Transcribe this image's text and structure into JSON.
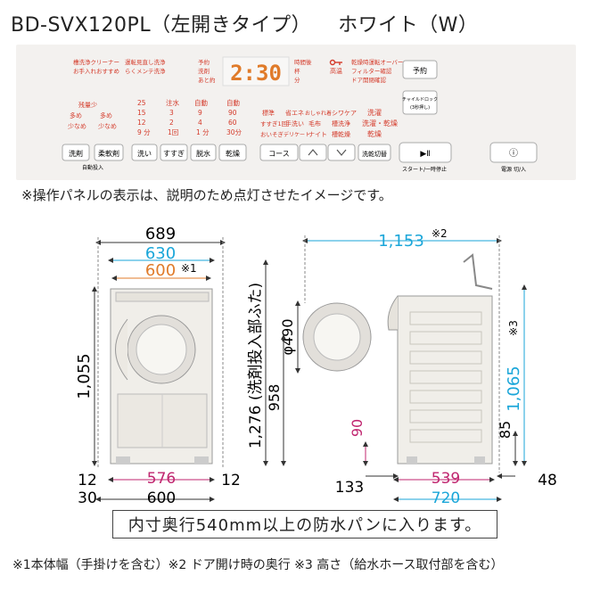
{
  "title": {
    "model": "BD-SVX120PL（左開きタイプ）",
    "color": "ホワイト（W）"
  },
  "panel": {
    "opt_col1": [
      "槽洗浄クリーナー",
      "お手入れおすすめ"
    ],
    "opt_col2": [
      "運転見直し洗浄",
      "らくメンテ洗浄"
    ],
    "opt_col3": [
      "予約",
      "洗剤",
      "あと約"
    ],
    "display": "2:30",
    "opt_col4": [
      "時間後",
      "杯",
      "分"
    ],
    "heat": "高温",
    "opt_col5": [
      "乾燥時運転オーバー",
      "フィルター確認",
      "ドア開閉確認"
    ],
    "detergent_labels": {
      "head": "残量少",
      "row1a": "多め",
      "row1b": "多め",
      "row2a": "少なめ",
      "row2b": "少なめ"
    },
    "wash_min": [
      "25",
      "15",
      "12",
      "9 分"
    ],
    "rinse": [
      "注水",
      "3",
      "2",
      "1回"
    ],
    "spin": [
      "自動",
      "9",
      "4",
      "1 分"
    ],
    "dry": [
      "自動",
      "90",
      "60",
      "30分"
    ],
    "courses": [
      "標準",
      "省エネ",
      "おしゃれ着",
      "シワケア",
      "すすぎ1回",
      "手洗い",
      "毛布",
      "槽洗浄",
      "おいそぎ",
      "デリケート",
      "ナイト",
      "槽乾燥"
    ],
    "mode": [
      "洗濯",
      "洗濯・乾燥",
      "乾燥"
    ],
    "buttons": {
      "detergent": "洗剤",
      "softener": "柔軟剤",
      "auto_dose": "自動投入",
      "wash": "洗い",
      "rinse": "すすぎ",
      "spin": "脱水",
      "dry": "乾燥",
      "course": "コース",
      "mode_switch": "洗乾切替",
      "reserve": "予約",
      "child_lock": "チャイルドロック",
      "child_lock_sub": "(3秒押し)",
      "start": "▶Ⅱ",
      "start_label": "スタート/一時停止",
      "power": "ⓘ",
      "power_label": "電源 切/入"
    }
  },
  "note": "※操作パネルの表示は、説明のため点灯させたイメージです。",
  "dimensions": {
    "front_width_total": "689",
    "front_width_body": "630",
    "front_width_inner": "600",
    "mark1": "※1",
    "height_body": "1,055",
    "foot_left": "12",
    "foot_right": "12",
    "foot_inner": "576",
    "bottom_left": "30",
    "bottom_width": "600",
    "height_with_door": "1,276 (洗剤投入部ふた)",
    "height_door_center": "958",
    "door_diameter": "φ490",
    "door_bottom": "90",
    "side_depth_open": "1,153",
    "mark2": "※2",
    "side_height": "1,065",
    "mark3": "※3",
    "side_foot_h": "85",
    "side_133": "133",
    "side_depth_inner": "539",
    "side_depth": "720",
    "side_48": "48"
  },
  "box_note": "内寸奥行540mm以上の防水パンに入ります。",
  "footnote": "※1本体幅（手掛けを含む）※2 ドア開け時の奥行 ※3 高さ（給水ホース取付部を含む）",
  "colors": {
    "orange": "#e07b2a",
    "blue": "#1aa6d9",
    "magenta": "#c0256f",
    "red": "#d43a2a"
  }
}
